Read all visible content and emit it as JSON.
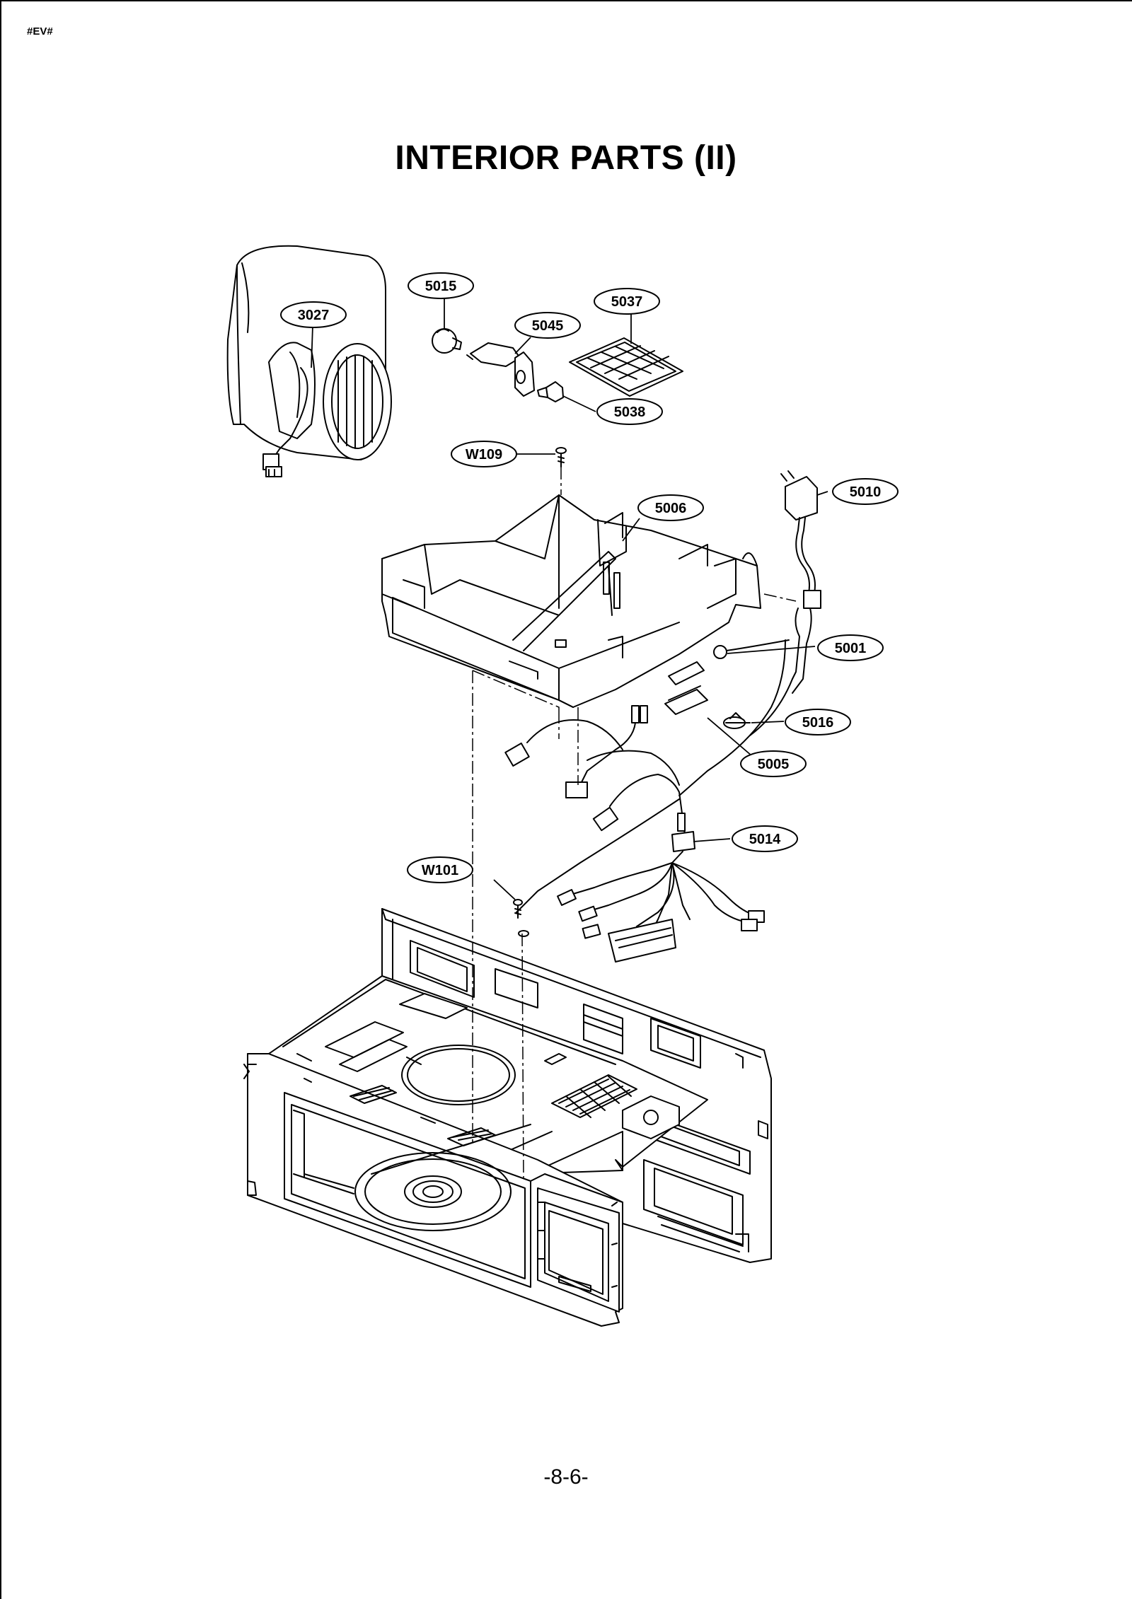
{
  "document": {
    "code": "#EV#",
    "title": "INTERIOR PARTS (II)",
    "page_number": "-8-6-"
  },
  "callouts": [
    {
      "id": "5015",
      "label": "5015"
    },
    {
      "id": "3027",
      "label": "3027"
    },
    {
      "id": "5045",
      "label": "5045"
    },
    {
      "id": "5037",
      "label": "5037"
    },
    {
      "id": "5038",
      "label": "5038"
    },
    {
      "id": "W109",
      "label": "W109"
    },
    {
      "id": "5006",
      "label": "5006"
    },
    {
      "id": "5010",
      "label": "5010"
    },
    {
      "id": "5001",
      "label": "5001"
    },
    {
      "id": "5016",
      "label": "5016"
    },
    {
      "id": "5005",
      "label": "5005"
    },
    {
      "id": "5014",
      "label": "5014"
    },
    {
      "id": "W101",
      "label": "W101"
    }
  ]
}
